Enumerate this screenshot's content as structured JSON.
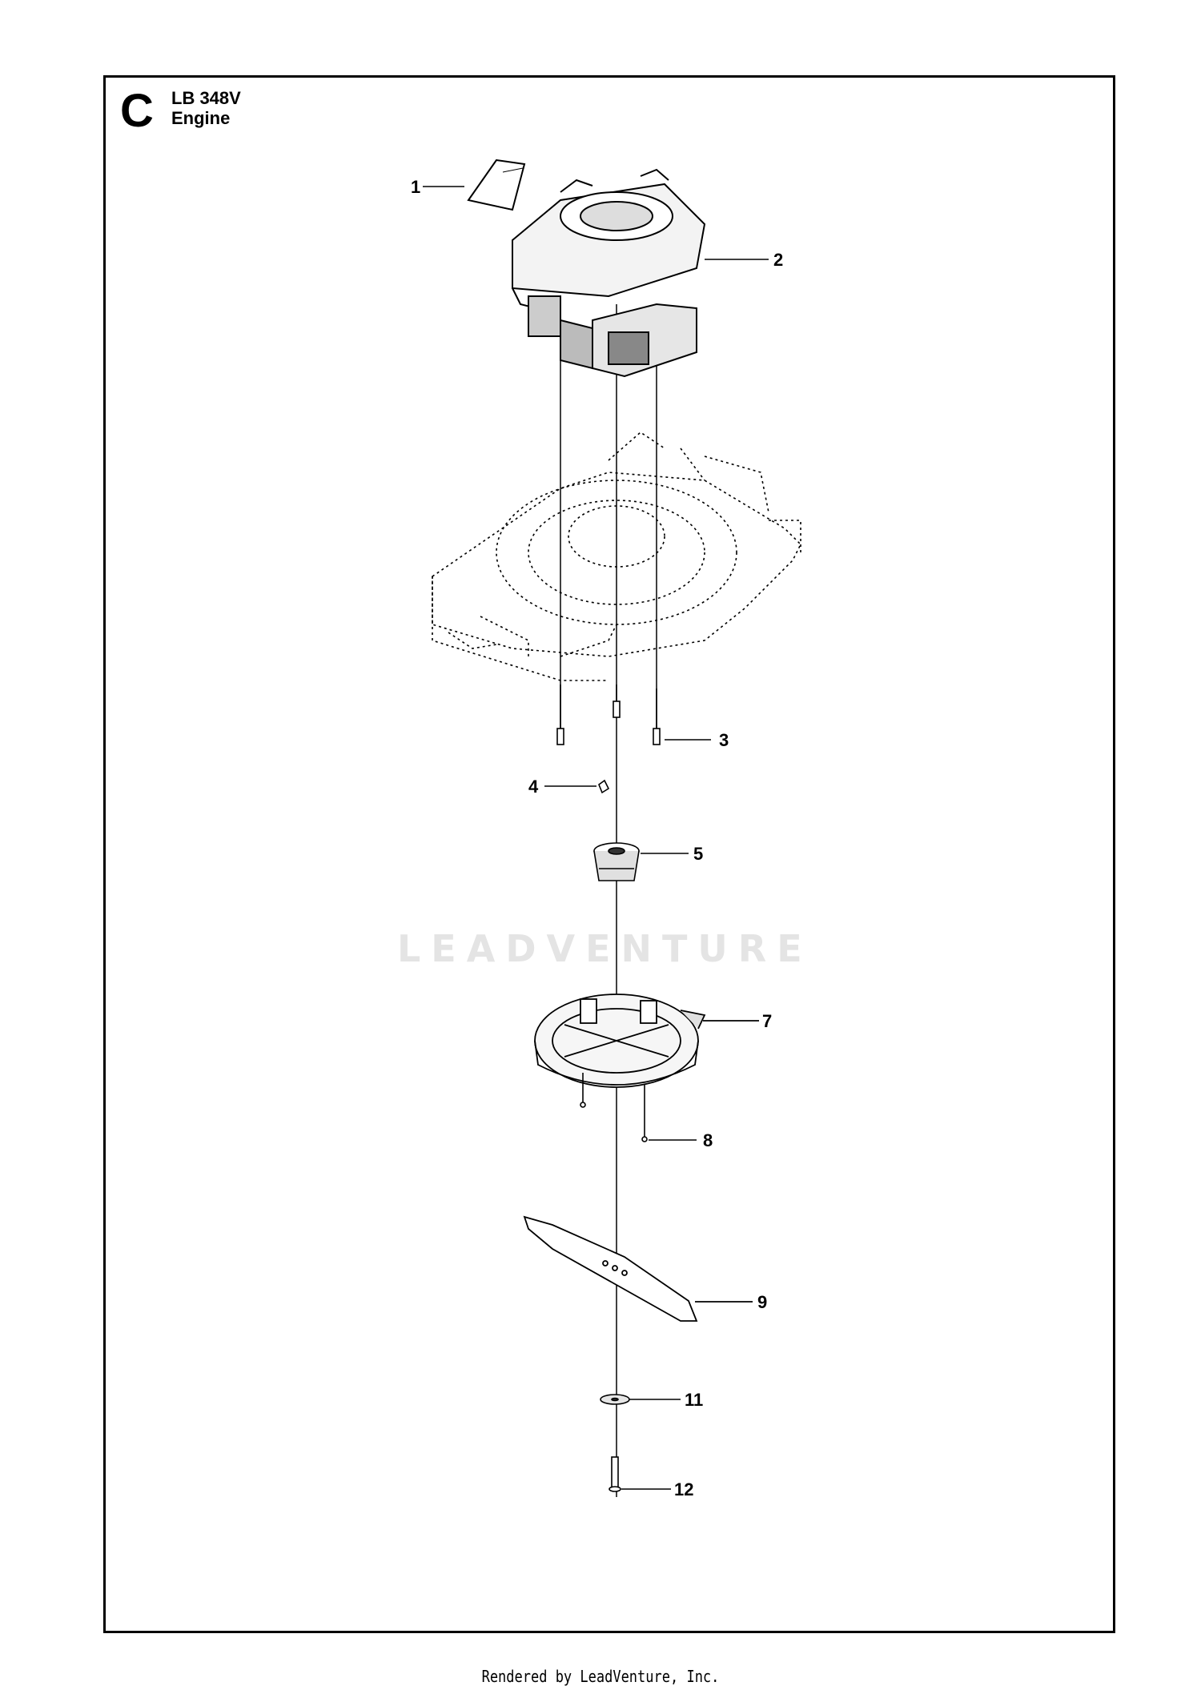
{
  "header": {
    "section_letter": "C",
    "model": "LB 348V",
    "section_name": "Engine"
  },
  "callouts": [
    {
      "number": "1",
      "part": "decal"
    },
    {
      "number": "2",
      "part": "engine"
    },
    {
      "number": "3",
      "part": "screw"
    },
    {
      "number": "4",
      "part": "key"
    },
    {
      "number": "5",
      "part": "hub"
    },
    {
      "number": "7",
      "part": "blade-disc"
    },
    {
      "number": "8",
      "part": "screw-small"
    },
    {
      "number": "9",
      "part": "blade"
    },
    {
      "number": "11",
      "part": "washer"
    },
    {
      "number": "12",
      "part": "bolt"
    }
  ],
  "watermark": "LEADVENTURE",
  "footer": "Rendered by LeadVenture, Inc."
}
